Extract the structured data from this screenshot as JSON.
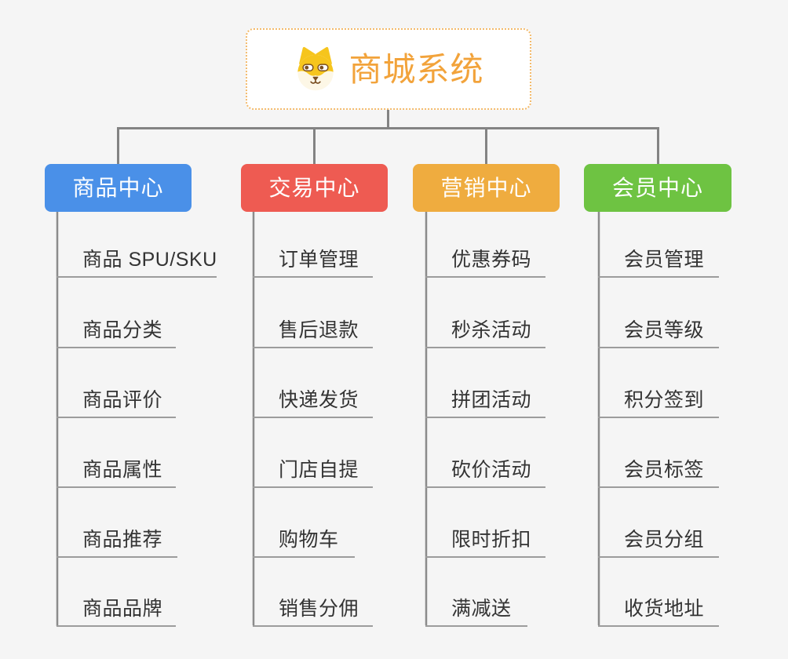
{
  "page": {
    "background": "#f5f5f5"
  },
  "root": {
    "label": "商城系统",
    "icon": "dog-face-icon",
    "text_color": "#F2A33B",
    "border_color": "#F3BA6B",
    "background": "#ffffff"
  },
  "connector_color": "#838383",
  "underline_color": "#9C9C9C",
  "branches": [
    {
      "label": "商品中心",
      "color": "#4A90E8",
      "items": [
        "商品 SPU/SKU",
        "商品分类",
        "商品评价",
        "商品属性",
        "商品推荐",
        "商品品牌"
      ]
    },
    {
      "label": "交易中心",
      "color": "#EE5B52",
      "items": [
        "订单管理",
        "售后退款",
        "快递发货",
        "门店自提",
        "购物车",
        "销售分佣"
      ]
    },
    {
      "label": "营销中心",
      "color": "#EFAC3F",
      "items": [
        "优惠券码",
        "秒杀活动",
        "拼团活动",
        "砍价活动",
        "限时折扣",
        "满减送"
      ]
    },
    {
      "label": "会员中心",
      "color": "#6EC342",
      "items": [
        "会员管理",
        "会员等级",
        "积分签到",
        "会员标签",
        "会员分组",
        "收货地址"
      ]
    }
  ]
}
